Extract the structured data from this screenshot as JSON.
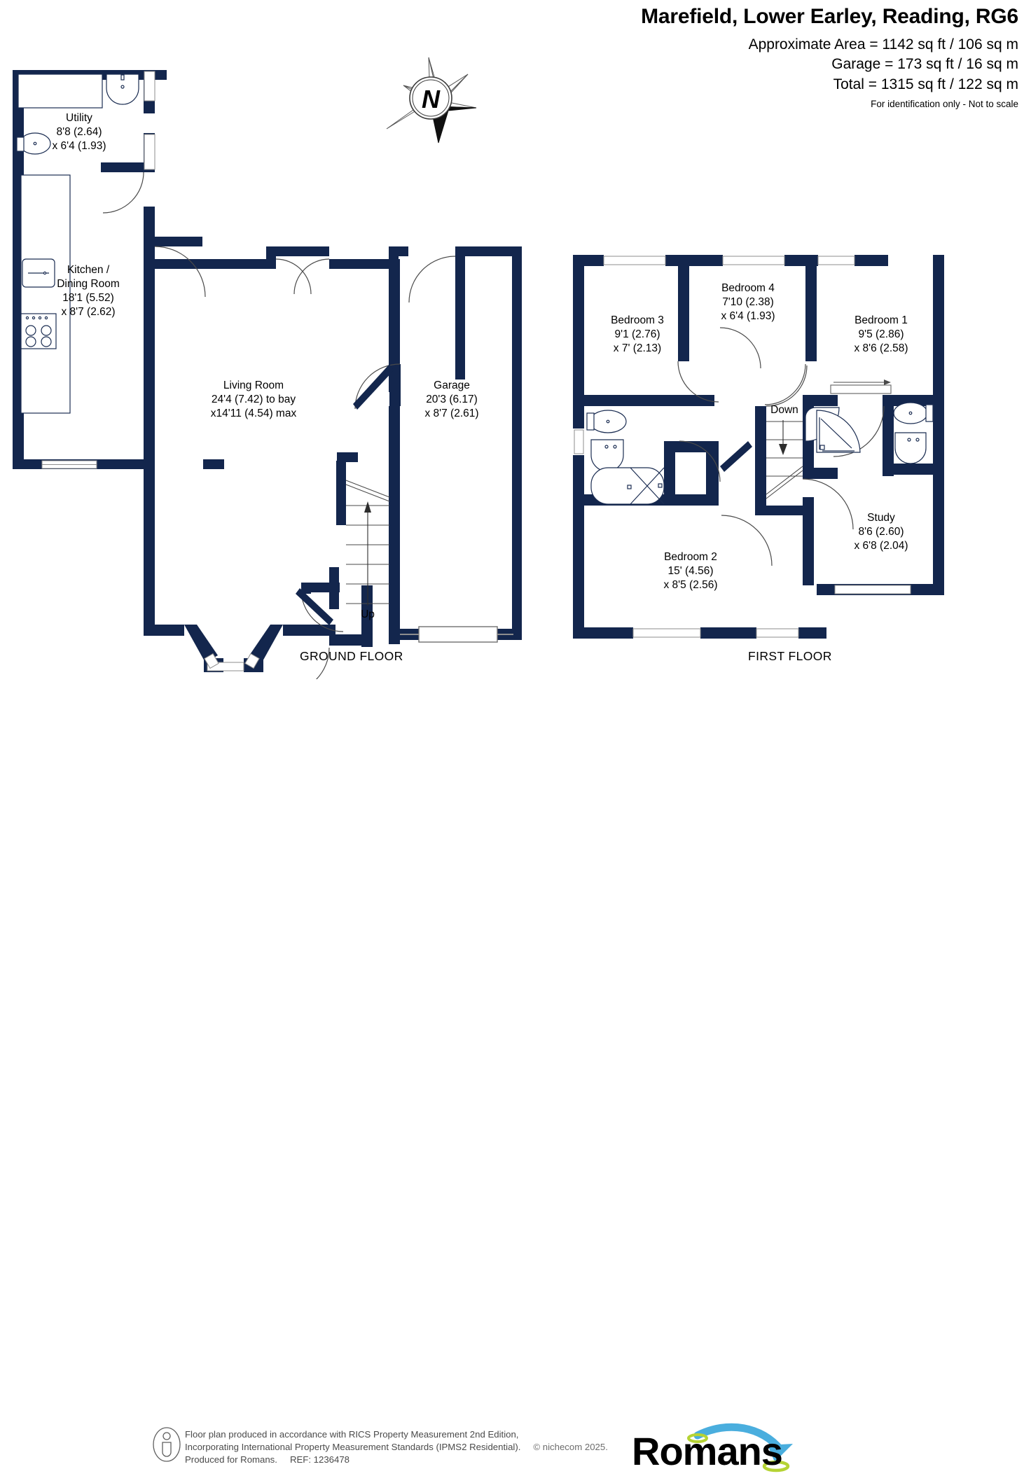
{
  "header": {
    "title": "Marefield, Lower Earley, Reading, RG6",
    "areas": [
      "Approximate Area = 1142 sq ft / 106 sq m",
      "Garage = 173 sq ft / 16 sq m",
      "Total = 1315 sq ft / 122 sq m"
    ],
    "disclaimer": "For identification only - Not to scale"
  },
  "compass": {
    "label": "N"
  },
  "floors": [
    {
      "id": "ground",
      "label": "GROUND FLOOR"
    },
    {
      "id": "first",
      "label": "FIRST FLOOR"
    }
  ],
  "ground_floor": {
    "label": "GROUND FLOOR",
    "rooms": [
      {
        "name": "Utility",
        "dim1": "8'8 (2.64)",
        "dim2": "x 6'4 (1.93)"
      },
      {
        "name": "Kitchen /",
        "name2": "Dining Room",
        "dim1": "18'1 (5.52)",
        "dim2": "x 8'7 (2.62)"
      },
      {
        "name": "Living Room",
        "dim1": "24'4 (7.42) to bay",
        "dim2": "x14'11 (4.54) max"
      },
      {
        "name": "Garage",
        "dim1": "20'3 (6.17)",
        "dim2": "x 8'7 (2.61)"
      }
    ],
    "stair_label": "Up"
  },
  "first_floor": {
    "label": "FIRST FLOOR",
    "rooms": [
      {
        "name": "Bedroom 3",
        "dim1": "9'1 (2.76)",
        "dim2": "x 7' (2.13)"
      },
      {
        "name": "Bedroom 4",
        "dim1": "7'10 (2.38)",
        "dim2": "x 6'4 (1.93)"
      },
      {
        "name": "Bedroom 1",
        "dim1": "9'5 (2.86)",
        "dim2": "x 8'6 (2.58)"
      },
      {
        "name": "Bedroom 2",
        "dim1": "15' (4.56)",
        "dim2": "x 8'5 (2.56)"
      },
      {
        "name": "Study",
        "dim1": "8'6 (2.60)",
        "dim2": "x 6'8 (2.04)"
      }
    ],
    "stair_label": "Down"
  },
  "footer": {
    "line1": "Floor plan produced in accordance with RICS Property Measurement 2nd Edition,",
    "line2": "Incorporating International Property Measurement Standards (IPMS2 Residential).",
    "copyright": "© nichecom 2025.",
    "line3": "Produced for Romans.",
    "ref": "REF: 1236478",
    "brand": "Romans"
  },
  "colors": {
    "wall": "#13264d",
    "fixture_stroke": "#1b2d52",
    "logo_text": "#10204a",
    "logo_arrow": "#4aaede",
    "logo_ring": "#b5d334"
  }
}
